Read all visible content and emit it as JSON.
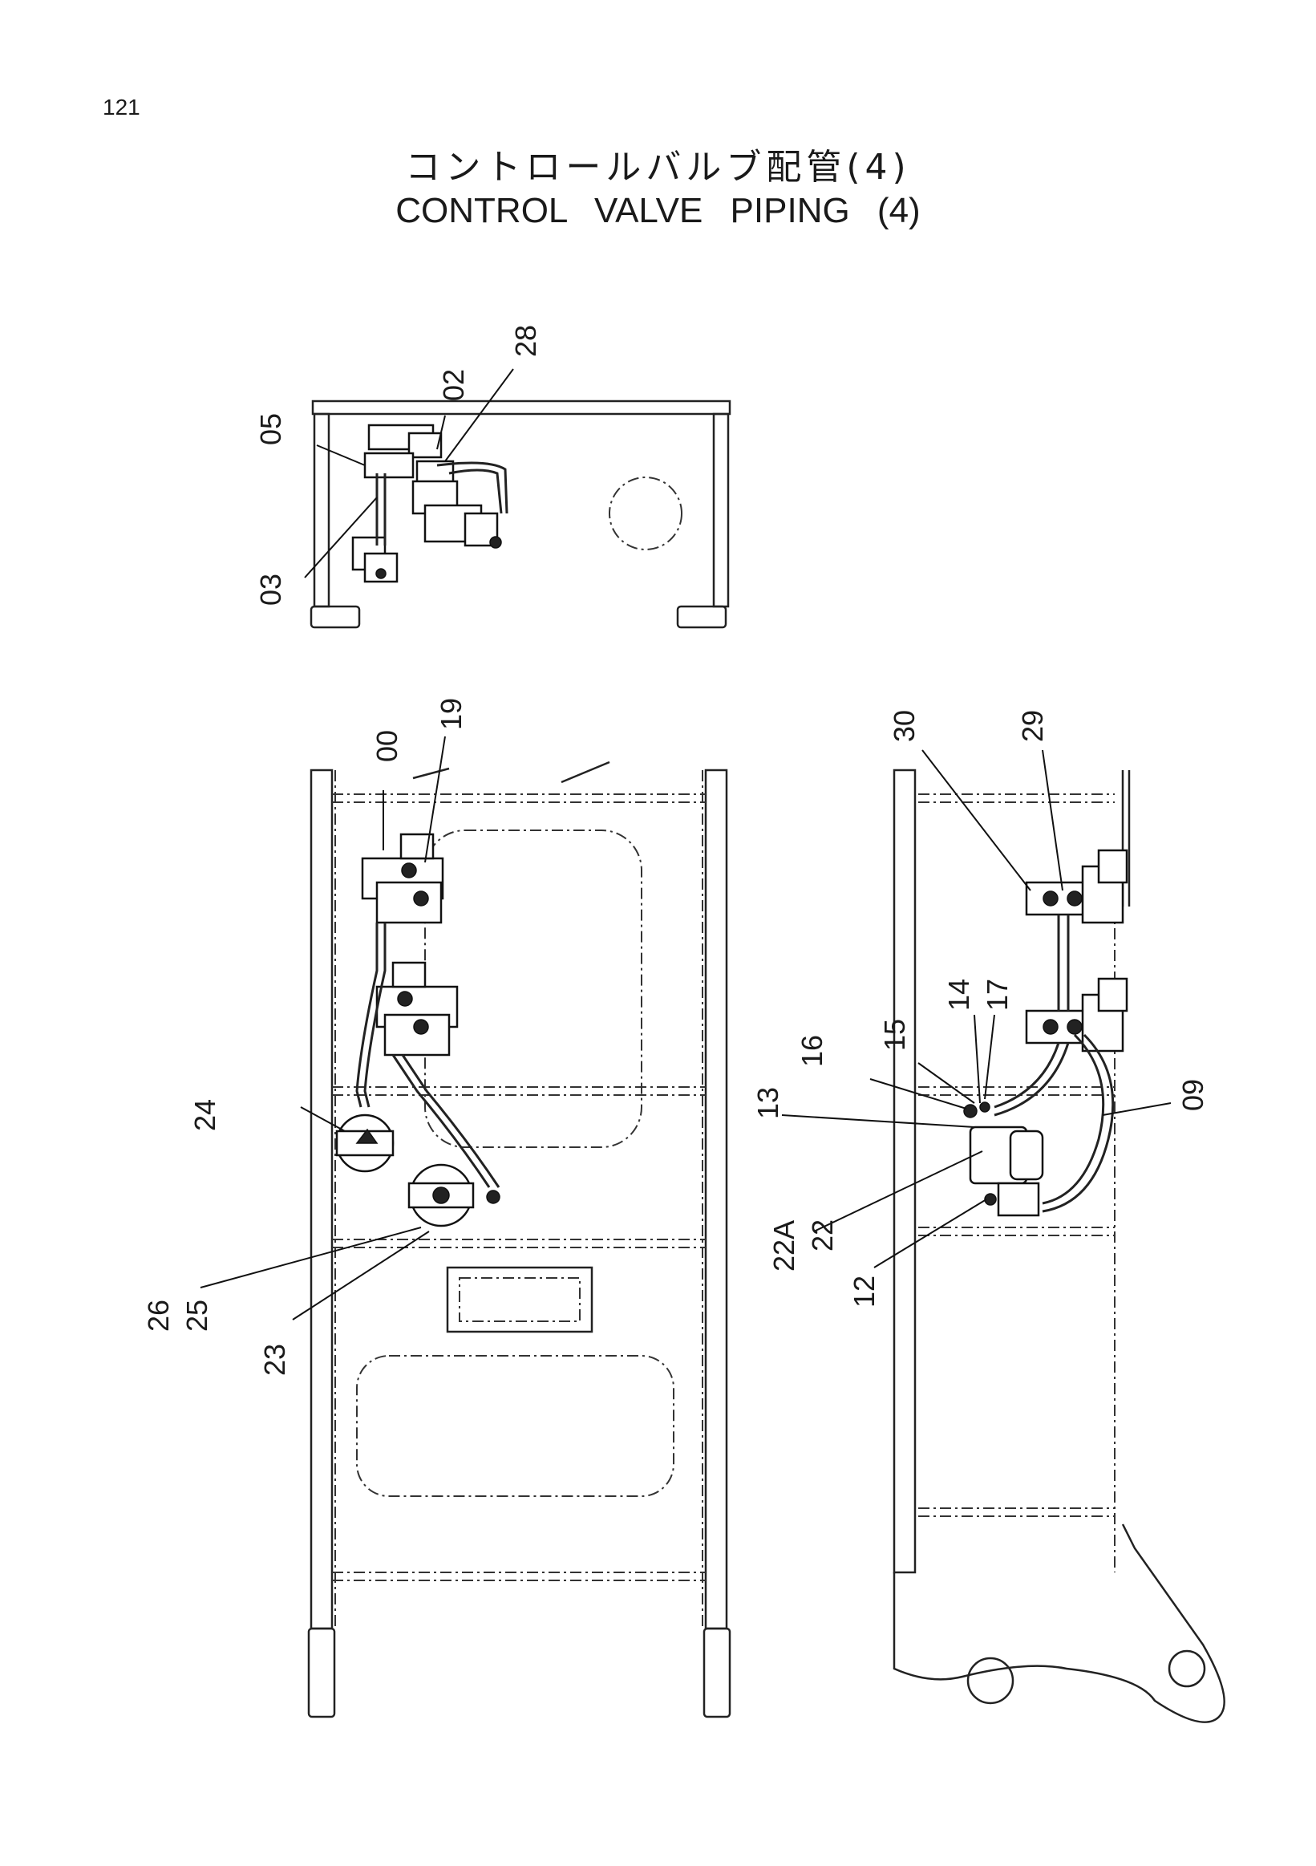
{
  "page": {
    "number": "121",
    "title_jp": "コントロールバルブ配管(4)",
    "title_en": "CONTROL   VALVE   PIPING (4)"
  },
  "callouts": {
    "top_view": [
      "05",
      "02",
      "28",
      "03"
    ],
    "left_view": [
      "00",
      "19",
      "24",
      "26",
      "25",
      "23"
    ],
    "right_view": [
      "30",
      "29",
      "14",
      "17",
      "15",
      "16",
      "13",
      "09",
      "22A",
      "22",
      "12"
    ]
  },
  "labels": {
    "c05": "05",
    "c02": "02",
    "c28": "28",
    "c03": "03",
    "c00": "00",
    "c19": "19",
    "c24": "24",
    "c26": "26",
    "c25": "25",
    "c23": "23",
    "c30": "30",
    "c29": "29",
    "c14": "14",
    "c17": "17",
    "c15": "15",
    "c16": "16",
    "c13": "13",
    "c09": "09",
    "c22A": "22A",
    "c22": "22",
    "c12": "12"
  }
}
